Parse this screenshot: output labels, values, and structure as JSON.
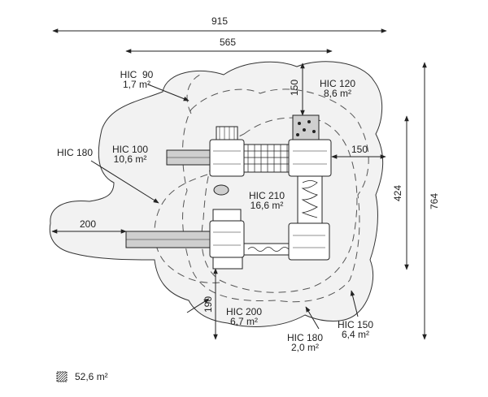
{
  "dimensions": {
    "total_width": "915",
    "inner_width": "565",
    "total_height": "764",
    "inner_height": "424",
    "top_clearance": "150",
    "right_clearance": "150",
    "left_clearance": "200",
    "bottom_clearance": "190"
  },
  "zones": [
    {
      "hic": "HIC  90",
      "area": "1,7 m²"
    },
    {
      "hic": "HIC 120",
      "area": "8,6 m²"
    },
    {
      "hic": "HIC 180",
      "area": ""
    },
    {
      "hic": "HIC 100",
      "area": "10,6 m²"
    },
    {
      "hic": "HIC 210",
      "area": "16,6 m²"
    },
    {
      "hic": "HIC 200",
      "area": "6,7 m²"
    },
    {
      "hic": "HIC 180",
      "area": "2,0 m²"
    },
    {
      "hic": "HIC 150",
      "area": "6,4 m²"
    }
  ],
  "legend": {
    "total_area": "52,6 m²",
    "icon": "hatched-square-icon"
  }
}
